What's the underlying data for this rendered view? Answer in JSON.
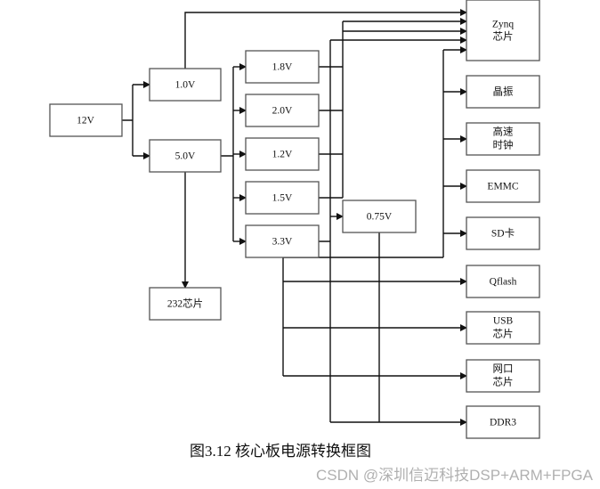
{
  "nodes": {
    "v12": "12V",
    "v10": "1.0V",
    "v50": "5.0V",
    "c232": "232芯片",
    "v18": "1.8V",
    "v20": "2.0V",
    "v12b": "1.2V",
    "v15": "1.5V",
    "v33": "3.3V",
    "v075": "0.75V",
    "zynq": [
      "Zynq",
      "芯片"
    ],
    "crystal": "晶振",
    "hsclk": [
      "高速",
      "时钟"
    ],
    "emmc": "EMMC",
    "sd": "SD卡",
    "qflash": "Qflash",
    "usb": [
      "USB",
      "芯片"
    ],
    "eth": [
      "网口",
      "芯片"
    ],
    "ddr3": "DDR3"
  },
  "caption": "图3.12  核心板电源转换框图",
  "watermark": "CSDN @深圳信迈科技DSP+ARM+FPGA"
}
